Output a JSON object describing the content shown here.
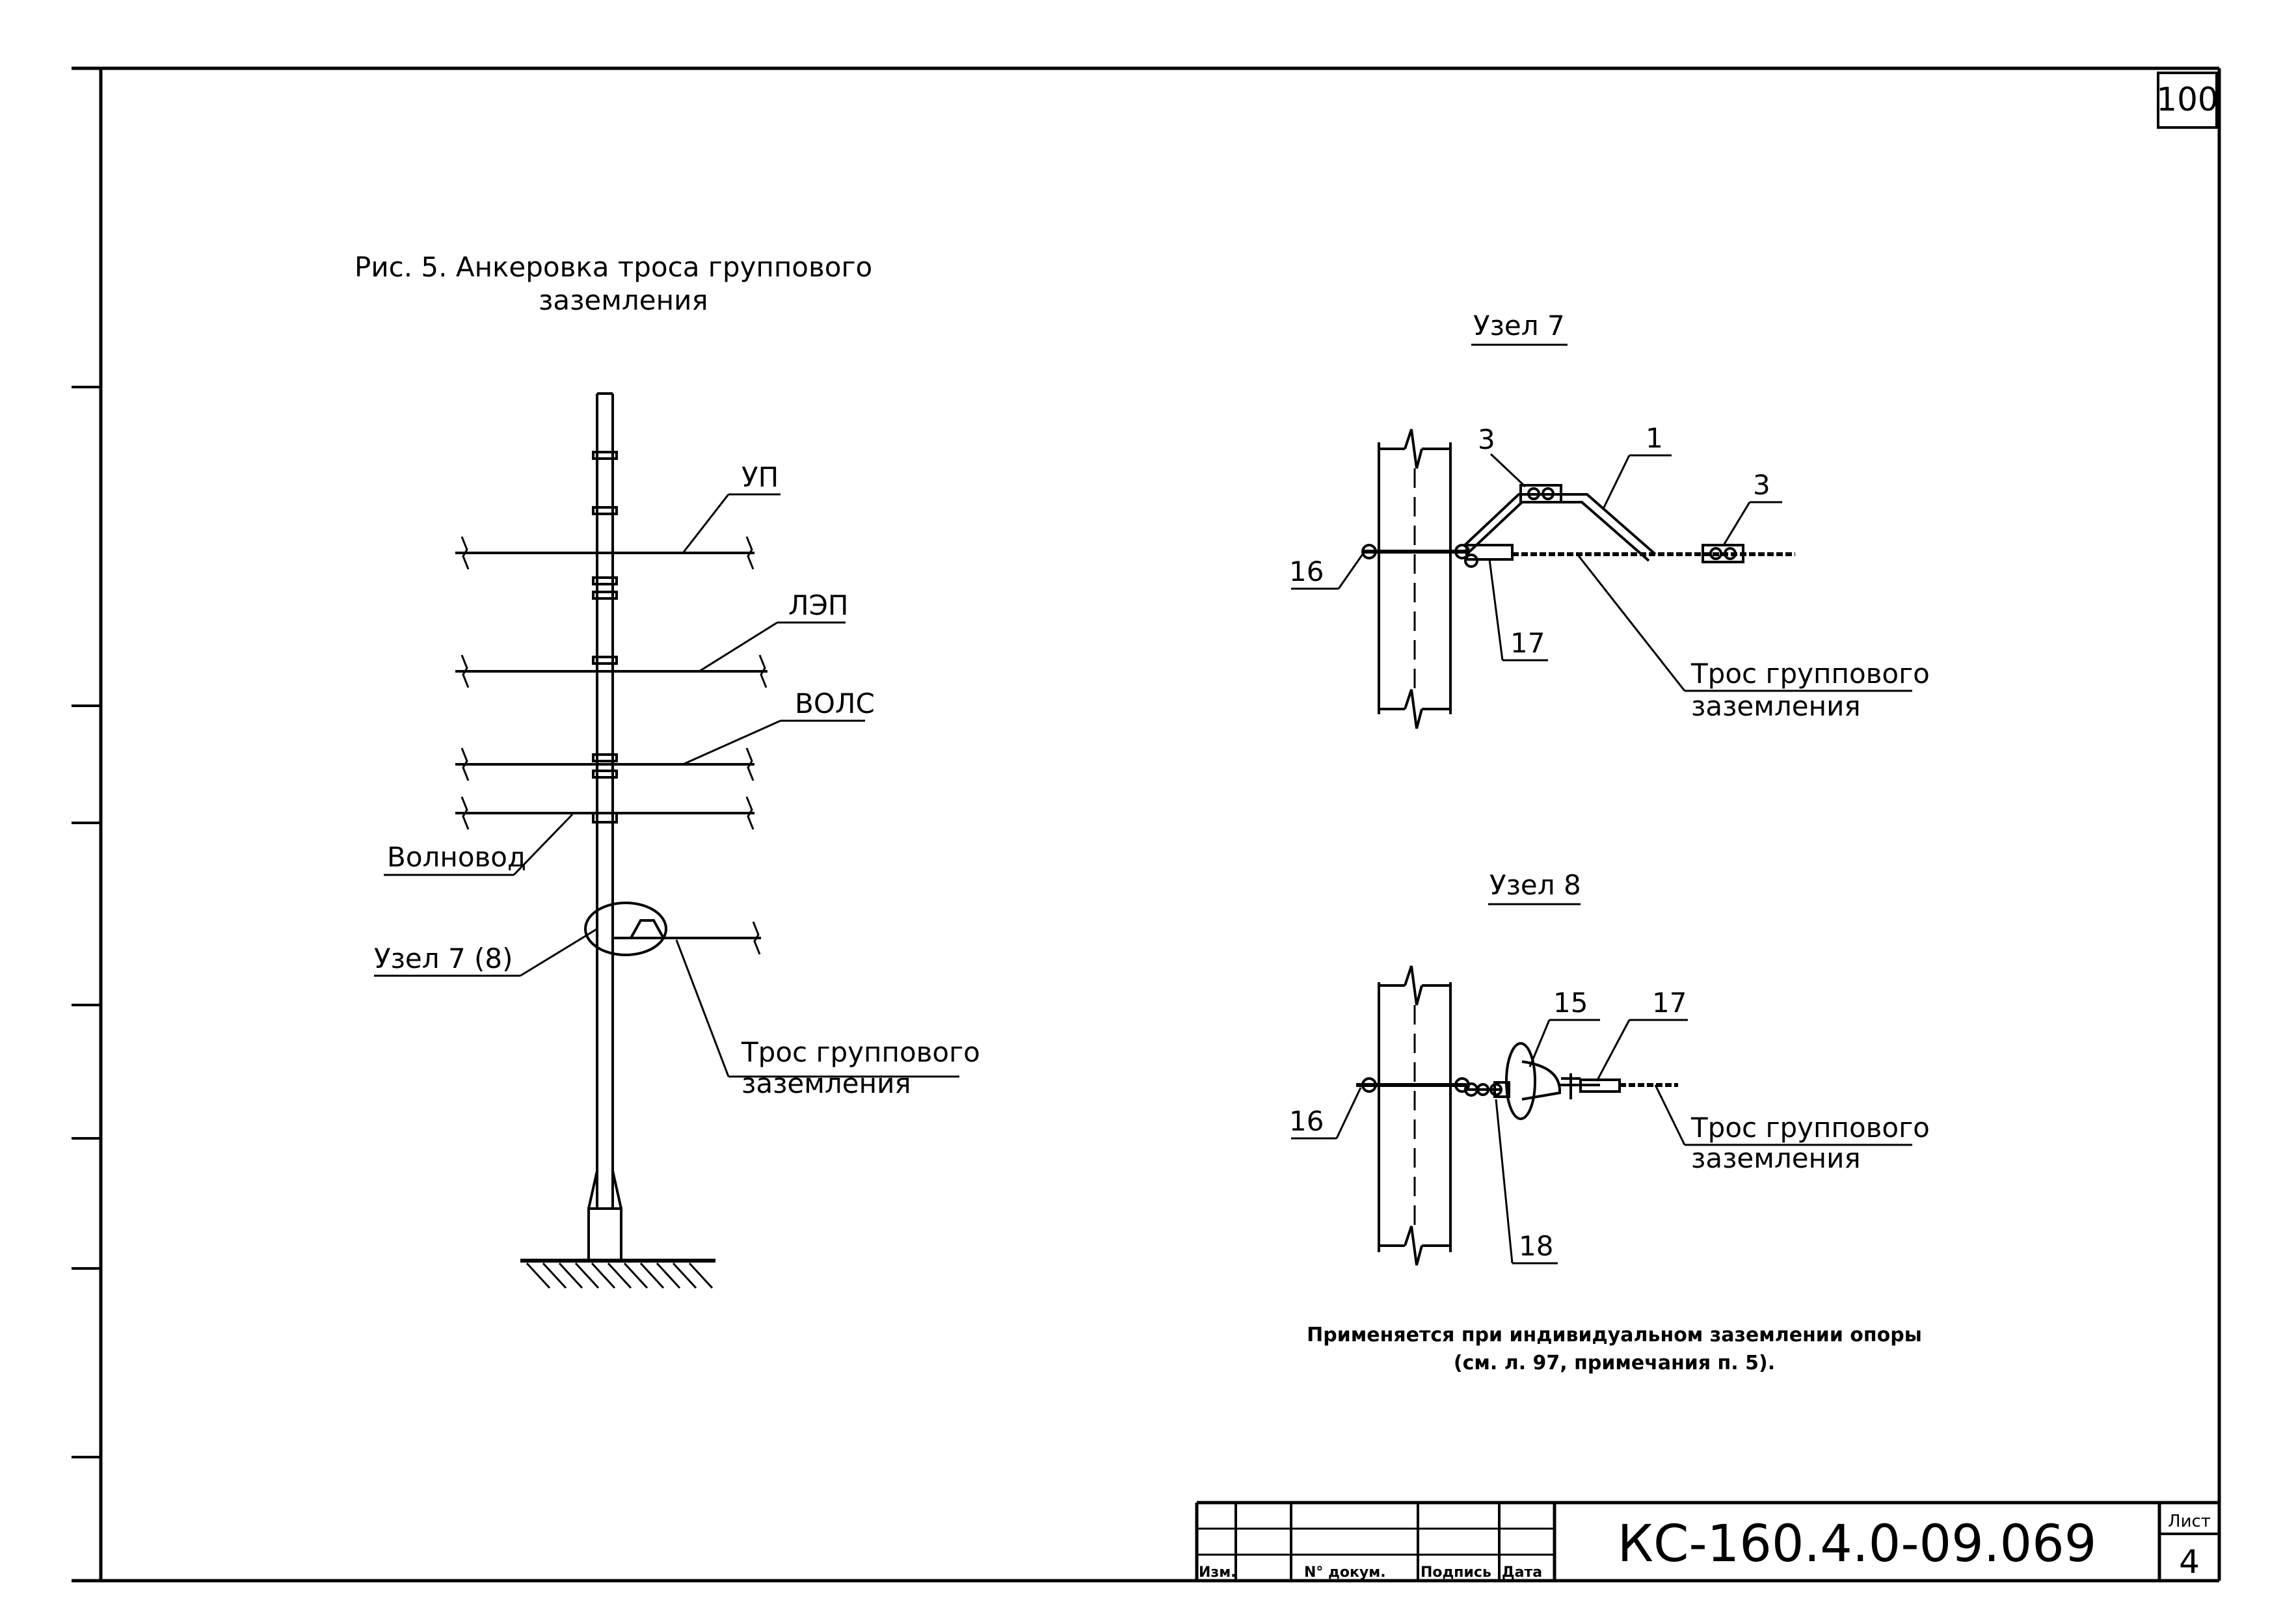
{
  "sheet": {
    "page_number": "100",
    "document_code": "КС-160.4.0-09.069",
    "sheet_label": "Лист",
    "sheet_number": "4",
    "title_block_headers": {
      "change": "Изм.",
      "doc_no": "N° докум.",
      "signature": "Подпись",
      "date": "Дата"
    }
  },
  "figure5": {
    "caption_line1": "Рис. 5. Анкеровка троса группового",
    "caption_line2": "заземления",
    "labels": {
      "up": "УП",
      "lep": "ЛЭП",
      "vols": "ВОЛС",
      "waveguide": "Волновод",
      "node_ref": "Узел 7 (8)",
      "cable_line1": "Трос группового",
      "cable_line2": "заземления"
    }
  },
  "node7": {
    "title": "Узел 7",
    "callouts": {
      "c1": "1",
      "c3a": "3",
      "c3b": "3",
      "c16": "16",
      "c17": "17"
    },
    "cable_line1": "Трос группового",
    "cable_line2": "заземления"
  },
  "node8": {
    "title": "Узел 8",
    "callouts": {
      "c15": "15",
      "c17": "17",
      "c16": "16",
      "c18": "18"
    },
    "cable_line1": "Трос группового",
    "cable_line2": "заземления"
  },
  "note": {
    "line1": "Применяется при индивидуальном заземлении опоры",
    "line2": "(см. л. 97, примечания п. 5)."
  }
}
